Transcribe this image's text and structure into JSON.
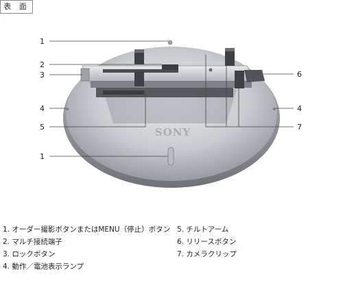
{
  "tab_label": "表 面",
  "brand_text": "SONY",
  "callouts": {
    "c1_top": "1",
    "c2": "2",
    "c3": "3",
    "c4_left": "4",
    "c5": "5",
    "c1_bottom": "1",
    "c6": "6",
    "c4_right": "4",
    "c7": "7"
  },
  "legend": {
    "left": [
      "1. オーダー撮影ボタンまたはMENU（停止）ボタン",
      "2. マルチ接続端子",
      "3. ロックボタン",
      "4. 動作／電池表示ランプ"
    ],
    "right": [
      "5. チルトアーム",
      "6. リリースボタン",
      "7. カメラクリップ"
    ]
  }
}
